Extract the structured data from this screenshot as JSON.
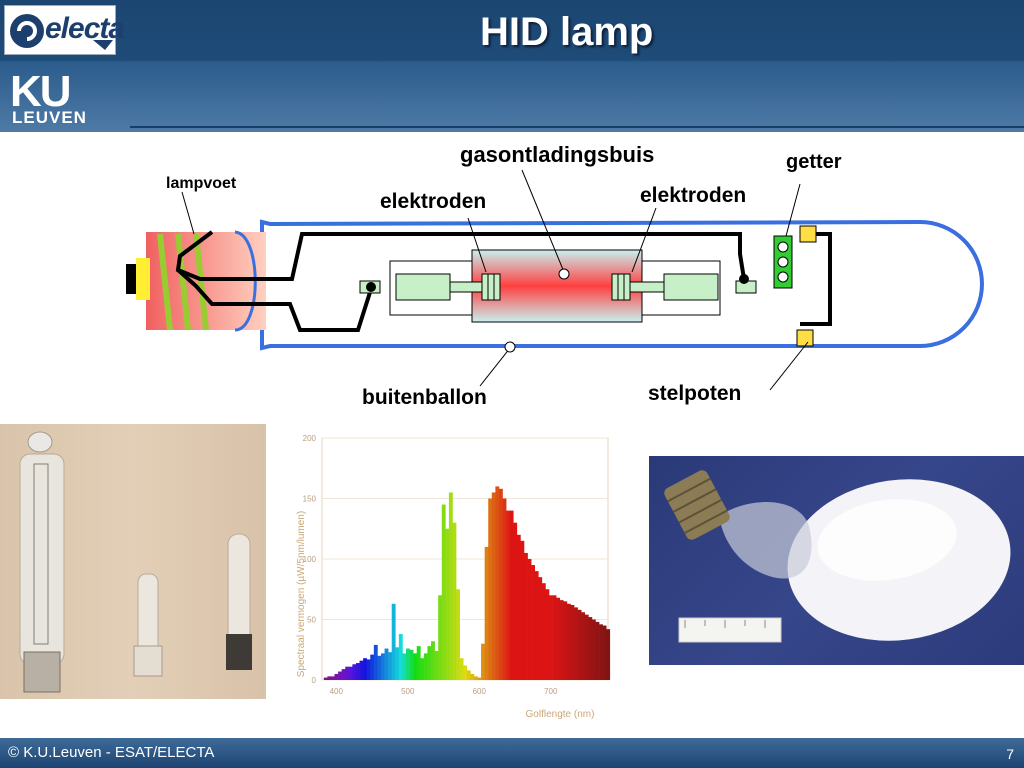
{
  "header": {
    "title": "HID lamp",
    "logo_electa": "electa",
    "logo_ku": "KU",
    "logo_leuven": "LEUVEN"
  },
  "diagram": {
    "labels": {
      "lampvoet": "lampvoet",
      "gasontladingsbuis": "gasontladingsbuis",
      "getter": "getter",
      "elektroden_left": "elektroden",
      "elektroden_right": "elektroden",
      "buitenballon": "buitenballon",
      "stelpoten": "stelpoten"
    },
    "colors": {
      "bulb_outline": "#3a6fe0",
      "lamp_base": "#f07878",
      "coil": "#99cc33",
      "tube": "#f5c8c8",
      "electrode_body": "#c8f0c8",
      "getter": "#33cc33",
      "support": "#ffdd44"
    }
  },
  "spectrum": {
    "yaxis_label": "Spectraal vermogen (µW/5nm/lumen)",
    "xaxis_label": "Golflengte (nm)"
  },
  "chart_data": {
    "type": "bar",
    "xlabel": "Golflengte (nm)",
    "ylabel": "Spectraal vermogen (µW/5nm/lumen)",
    "xlim": [
      380,
      780
    ],
    "ylim": [
      0,
      200
    ],
    "xticks": [
      400,
      500,
      600,
      700
    ],
    "yticks": [
      0,
      50,
      100,
      150,
      200
    ],
    "x": [
      385,
      390,
      395,
      400,
      405,
      410,
      415,
      420,
      425,
      430,
      435,
      440,
      445,
      450,
      455,
      460,
      465,
      470,
      475,
      480,
      485,
      490,
      495,
      500,
      505,
      510,
      515,
      520,
      525,
      530,
      535,
      540,
      545,
      550,
      555,
      560,
      565,
      570,
      575,
      580,
      585,
      590,
      595,
      600,
      605,
      610,
      615,
      620,
      625,
      630,
      635,
      640,
      645,
      650,
      655,
      660,
      665,
      670,
      675,
      680,
      685,
      690,
      695,
      700,
      705,
      710,
      715,
      720,
      725,
      730,
      735,
      740,
      745,
      750,
      755,
      760,
      765,
      770,
      775,
      780
    ],
    "values": [
      2,
      3,
      3,
      5,
      7,
      9,
      11,
      11,
      13,
      14,
      16,
      18,
      17,
      21,
      29,
      20,
      22,
      26,
      23,
      63,
      27,
      38,
      22,
      26,
      25,
      22,
      28,
      18,
      22,
      28,
      32,
      24,
      70,
      145,
      125,
      155,
      130,
      75,
      18,
      12,
      8,
      5,
      3,
      2,
      30,
      110,
      150,
      155,
      160,
      158,
      150,
      140,
      140,
      130,
      120,
      115,
      105,
      100,
      95,
      90,
      85,
      80,
      75,
      70,
      70,
      68,
      66,
      65,
      63,
      62,
      60,
      58,
      56,
      54,
      52,
      50,
      48,
      46,
      45,
      42
    ]
  },
  "footer": {
    "copyright": "© K.U.Leuven - ESAT/ELECTA",
    "page": "7"
  }
}
